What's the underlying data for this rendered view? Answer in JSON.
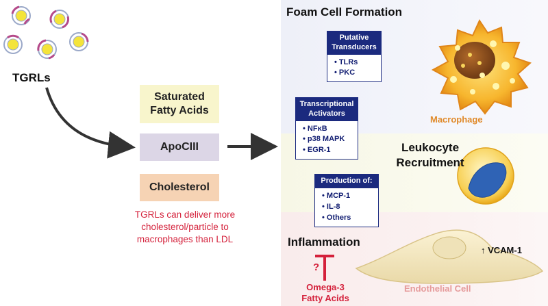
{
  "left": {
    "tgrls_label": "TGRLs",
    "factors": {
      "saturated_fatty_acids": "Saturated Fatty Acids",
      "apociii": "ApoCIII",
      "cholesterol": "Cholesterol"
    },
    "note": "TGRLs can deliver more cholesterol/particle to macrophages than LDL"
  },
  "foam": {
    "title": "Foam Cell Formation",
    "putative_box": {
      "title": "Putative Transducers",
      "items": [
        "TLRs",
        "PKC"
      ]
    },
    "transcriptional_box": {
      "title": "Transcriptional Activators",
      "items": [
        "NFκB",
        "p38 MAPK",
        "EGR-1"
      ]
    },
    "macrophage_label": "Macrophage"
  },
  "leukocyte": {
    "title": "Leukocyte Recruitment",
    "production_box": {
      "title": "Production of:",
      "items": [
        "MCP-1",
        "IL-8",
        "Others"
      ]
    }
  },
  "inflammation": {
    "title": "Inflammation",
    "vcam_label": "↑ VCAM-1",
    "endothelial_label": "Endothelial Cell",
    "question_mark": "?",
    "omega_label": "Omega-3 Fatty Acids"
  },
  "colors": {
    "navy": "#1b2a7e",
    "red": "#d4213b",
    "macrophage_orange": "#e08a2a",
    "endothelial_pink": "#e59a9a"
  }
}
